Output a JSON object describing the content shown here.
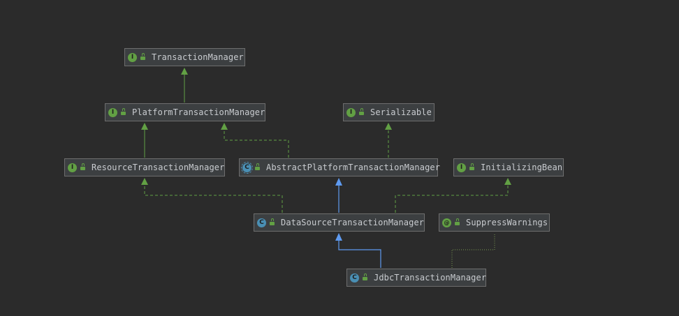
{
  "colors": {
    "background": "#2b2b2b",
    "node_fill": "#3c3f41",
    "node_border": "#6e6e6e",
    "node_text": "#c9ccd0",
    "interface_badge": "#62a044",
    "class_badge": "#4a8fb4",
    "extends_edge": "#5e9af0",
    "implements_edge": "#62a044",
    "annotation_edge": "#7a9a50"
  },
  "nodes": [
    {
      "id": "transaction-manager",
      "label": "TransactionManager",
      "kind": "interface",
      "badge": "I",
      "icon": "interface-icon"
    },
    {
      "id": "platform-transaction-manager",
      "label": "PlatformTransactionManager",
      "kind": "interface",
      "badge": "I",
      "icon": "interface-icon"
    },
    {
      "id": "serializable",
      "label": "Serializable",
      "kind": "interface",
      "badge": "I",
      "icon": "interface-icon"
    },
    {
      "id": "resource-transaction-manager",
      "label": "ResourceTransactionManager",
      "kind": "interface",
      "badge": "I",
      "icon": "interface-icon"
    },
    {
      "id": "abstract-platform-transaction-manager",
      "label": "AbstractPlatformTransactionManager",
      "kind": "abstract",
      "badge": "C",
      "icon": "abstract-class-icon"
    },
    {
      "id": "initializing-bean",
      "label": "InitializingBean",
      "kind": "interface",
      "badge": "I",
      "icon": "interface-icon"
    },
    {
      "id": "data-source-transaction-manager",
      "label": "DataSourceTransactionManager",
      "kind": "class",
      "badge": "C",
      "icon": "class-icon"
    },
    {
      "id": "suppress-warnings",
      "label": "SuppressWarnings",
      "kind": "annotation",
      "badge": "@",
      "icon": "annotation-icon"
    },
    {
      "id": "jdbc-transaction-manager",
      "label": "JdbcTransactionManager",
      "kind": "class",
      "badge": "C",
      "icon": "class-icon"
    }
  ],
  "edges": [
    {
      "from": "platform-transaction-manager",
      "to": "transaction-manager",
      "type": "extends-interface"
    },
    {
      "from": "resource-transaction-manager",
      "to": "platform-transaction-manager",
      "type": "extends-interface"
    },
    {
      "from": "abstract-platform-transaction-manager",
      "to": "platform-transaction-manager",
      "type": "implements"
    },
    {
      "from": "abstract-platform-transaction-manager",
      "to": "serializable",
      "type": "implements"
    },
    {
      "from": "data-source-transaction-manager",
      "to": "abstract-platform-transaction-manager",
      "type": "extends"
    },
    {
      "from": "data-source-transaction-manager",
      "to": "resource-transaction-manager",
      "type": "implements"
    },
    {
      "from": "data-source-transaction-manager",
      "to": "initializing-bean",
      "type": "implements"
    },
    {
      "from": "jdbc-transaction-manager",
      "to": "data-source-transaction-manager",
      "type": "extends"
    },
    {
      "from": "jdbc-transaction-manager",
      "to": "suppress-warnings",
      "type": "annotated-by"
    }
  ]
}
